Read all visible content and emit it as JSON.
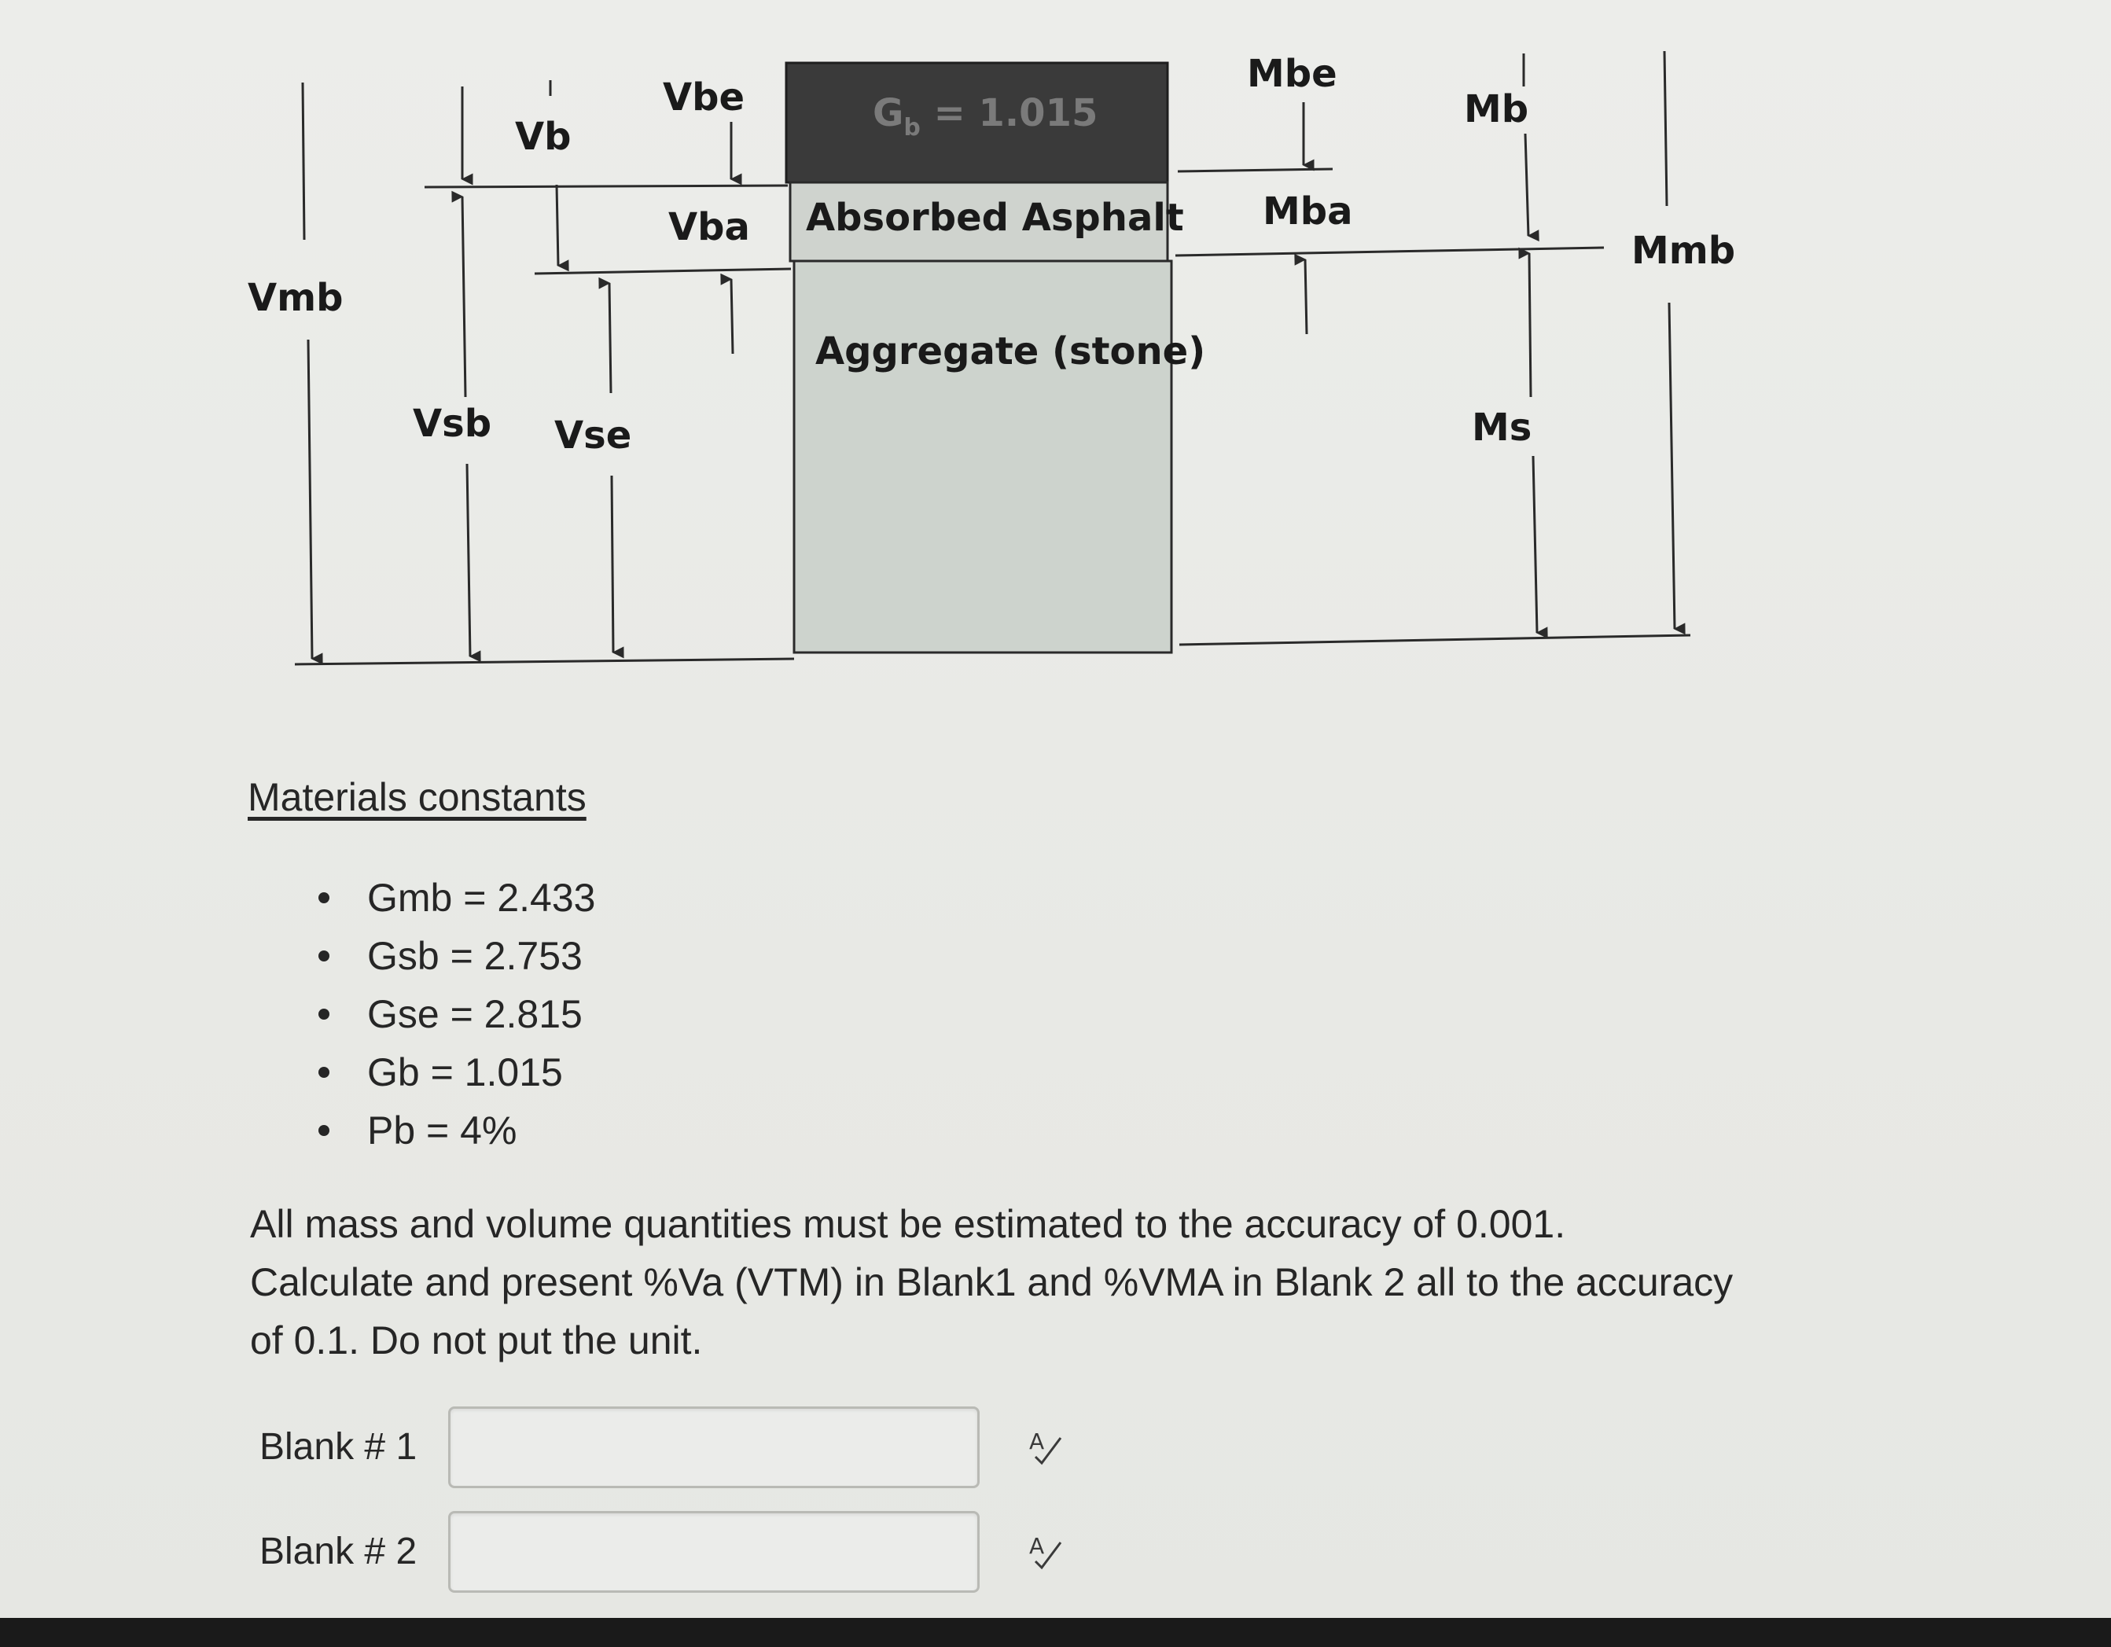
{
  "diagram": {
    "labels": {
      "vmb": "Vmb",
      "vb": "Vb",
      "vbe": "Vbe",
      "vba": "Vba",
      "vsb": "Vsb",
      "vse": "Vse",
      "gb_box": "G",
      "gb_sub": "b",
      "gb_value": " = 1.015",
      "absorbed": "Absorbed Asphalt",
      "aggregate": "Aggregate (stone)",
      "mbe": "Mbe",
      "mba": "Mba",
      "mb": "Mb",
      "mmb": "Mmb",
      "ms": "Ms"
    },
    "colors": {
      "binder_box": "#3a3a3a",
      "absorbed_box": "#cfd3ce",
      "aggregate_box": "#cdd3cd",
      "lines": "#2a2a2a"
    }
  },
  "constants": {
    "title": "Materials constants",
    "items": [
      "Gmb = 2.433",
      "Gsb = 2.753",
      "Gse = 2.815",
      "Gb = 1.015",
      "Pb = 4%"
    ]
  },
  "instructions": {
    "line1": "All mass and volume quantities must be estimated to the accuracy of 0.001.",
    "line2": "Calculate and present %Va (VTM) in Blank1 and %VMA in Blank 2 all to the accuracy",
    "line3": "of 0.1. Do not put the unit."
  },
  "blanks": [
    {
      "label": "Blank # 1",
      "value": "",
      "placeholder": ""
    },
    {
      "label": "Blank # 2",
      "value": "",
      "placeholder": ""
    }
  ],
  "icons": {
    "spellcheck": "spellcheck-icon"
  }
}
